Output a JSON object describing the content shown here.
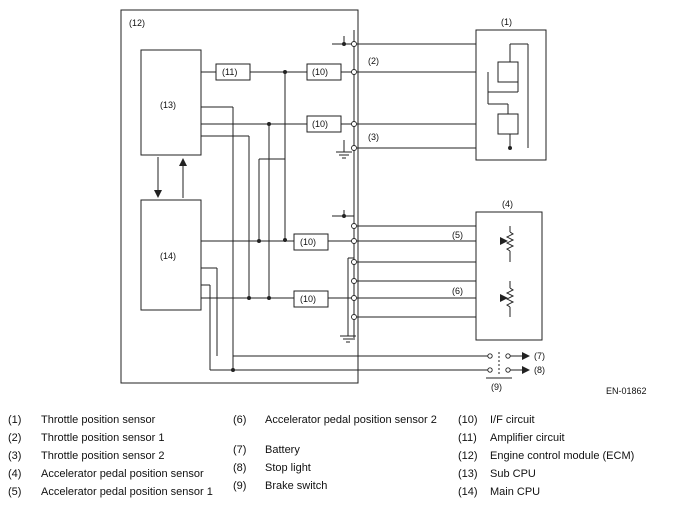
{
  "diagram": {
    "labels": {
      "ecm": "(12)",
      "sub_cpu": "(13)",
      "main_cpu": "(14)",
      "amp": "(11)",
      "if1": "(10)",
      "if2": "(10)",
      "if3": "(10)",
      "if4": "(10)",
      "tps_group": "(1)",
      "tps1": "(2)",
      "tps2": "(3)",
      "apps_group": "(4)",
      "apps1": "(5)",
      "apps2": "(6)",
      "battery": "(7)",
      "stop_light": "(8)",
      "brake_switch": "(9)"
    },
    "code": "EN-01862"
  },
  "legend": {
    "col1": [
      {
        "num": "(1)",
        "text": "Throttle position sensor"
      },
      {
        "num": "(2)",
        "text": "Throttle position sensor 1"
      },
      {
        "num": "(3)",
        "text": "Throttle position sensor 2"
      },
      {
        "num": "(4)",
        "text": "Accelerator pedal position sensor"
      },
      {
        "num": "(5)",
        "text": "Accelerator pedal position sensor 1"
      }
    ],
    "col2": [
      {
        "num": "(6)",
        "text": "Accelerator pedal position sensor 2"
      },
      {
        "num": "(7)",
        "text": "Battery"
      },
      {
        "num": "(8)",
        "text": "Stop light"
      },
      {
        "num": "(9)",
        "text": "Brake switch"
      }
    ],
    "col3": [
      {
        "num": "(10)",
        "text": "I/F circuit"
      },
      {
        "num": "(11)",
        "text": "Amplifier circuit"
      },
      {
        "num": "(12)",
        "text": "Engine control module (ECM)"
      },
      {
        "num": "(13)",
        "text": "Sub CPU"
      },
      {
        "num": "(14)",
        "text": "Main CPU"
      }
    ]
  }
}
